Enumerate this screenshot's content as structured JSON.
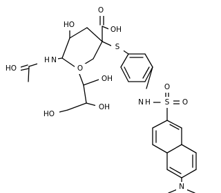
{
  "labels": {
    "cooh": "OH",
    "cooh_o": "O",
    "s": "S",
    "o4": "HO",
    "ring_o": "O",
    "acetamide_nh": "N",
    "acetamide_h": "H",
    "acetyl_ho": "HO",
    "chain_oh1": "OH",
    "chain_oh2": "OH",
    "chain_oh3": "HO",
    "sulfonamide_n": "N",
    "sulfonamide_h": "H",
    "sulfonyl_s": "S",
    "sulfonyl_o1": "O",
    "sulfonyl_o2": "O",
    "dimethyl_n": "N"
  }
}
